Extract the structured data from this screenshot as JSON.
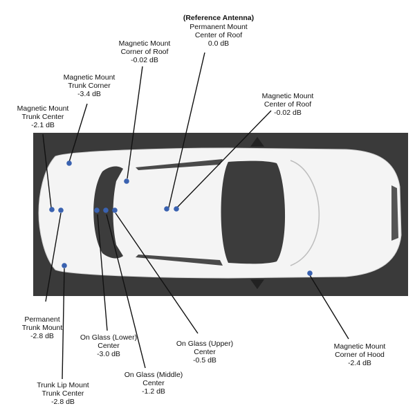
{
  "colors": {
    "background_band": "#3a3a3a",
    "car_body": "#f4f4f4",
    "glass": "#3c3c3c",
    "marker": "#3a62b0",
    "leader": "#111111"
  },
  "callouts": [
    {
      "id": "reference",
      "lines": [
        "(Reference Antenna)",
        "Permanent Mount",
        "Center of Roof",
        "0.0 dB"
      ],
      "bold_first": true
    },
    {
      "id": "mag-corner-roof-left",
      "lines": [
        "Magnetic Mount",
        "Corner of Roof",
        "-0.02 dB"
      ]
    },
    {
      "id": "mag-trunk-corner",
      "lines": [
        "Magnetic Mount",
        "Trunk Corner",
        "-3.4 dB"
      ]
    },
    {
      "id": "mag-trunk-center",
      "lines": [
        "Magnetic Mount",
        "Trunk Center",
        "-2.1 dB"
      ]
    },
    {
      "id": "mag-center-roof",
      "lines": [
        "Magnetic Mount",
        "Center of Roof",
        "-0.02 dB"
      ]
    },
    {
      "id": "perm-trunk",
      "lines": [
        "Permanent",
        "Trunk Mount",
        "-2.8 dB"
      ]
    },
    {
      "id": "glass-lower",
      "lines": [
        "On Glass (Lower)",
        "Center",
        "-3.0 dB"
      ]
    },
    {
      "id": "glass-upper",
      "lines": [
        "On Glass (Upper)",
        "Center",
        "-0.5 dB"
      ]
    },
    {
      "id": "mag-hood",
      "lines": [
        "Magnetic Mount",
        "Corner of Hood",
        "-2.4 dB"
      ]
    },
    {
      "id": "glass-middle",
      "lines": [
        "On Glass (Middle)",
        "Center",
        "-1.2 dB"
      ]
    },
    {
      "id": "trunk-lip",
      "lines": [
        "Trunk Lip Mount",
        "Trunk Center",
        "-2.8 dB"
      ]
    }
  ]
}
